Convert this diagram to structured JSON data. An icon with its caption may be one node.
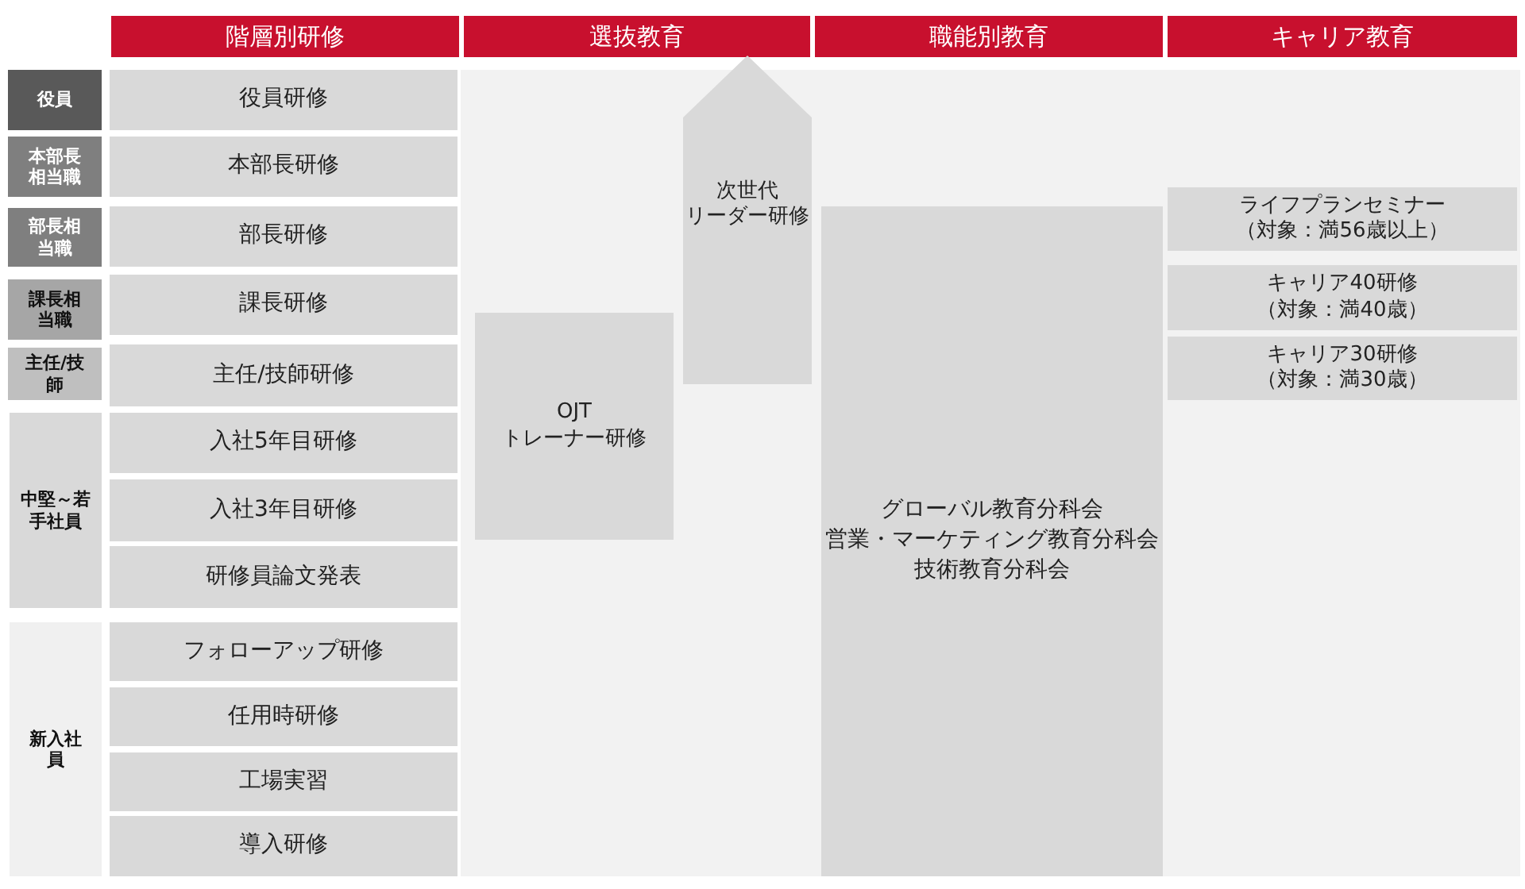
{
  "diagram": {
    "nodes": [
      {
        "text": [
          "階層別研修"
        ]
      },
      {
        "text": [
          "選抜教育"
        ]
      },
      {
        "text": [
          "職能別教育"
        ]
      },
      {
        "text": [
          "キャリア教育"
        ]
      },
      {
        "text": [
          "役員"
        ]
      },
      {
        "text": [
          "本部長相当職"
        ]
      },
      {
        "text": [
          "部長相当職"
        ]
      },
      {
        "text": [
          "課長相当職"
        ]
      },
      {
        "text": [
          "主任/技師"
        ]
      },
      {
        "text": [
          "中堅～若手社員"
        ]
      },
      {
        "text": [
          "新入社員"
        ]
      },
      {
        "text": [
          "役員研修"
        ]
      },
      {
        "text": [
          "本部長研修"
        ]
      },
      {
        "text": [
          "部長研修"
        ]
      },
      {
        "text": [
          "課長研修"
        ]
      },
      {
        "text": [
          "主任/技師研修"
        ]
      },
      {
        "text": [
          "入社5年目研修"
        ]
      },
      {
        "text": [
          "入社3年目研修"
        ]
      },
      {
        "text": [
          "研修員論文発表"
        ]
      },
      {
        "text": [
          "フォローアップ研修"
        ]
      },
      {
        "text": [
          "任用時研修"
        ]
      },
      {
        "text": [
          "工場実習"
        ]
      },
      {
        "text": [
          "導入研修"
        ]
      },
      {
        "text": [
          "OJT トレーナー研修"
        ]
      },
      {
        "text": [
          "次世代",
          "リーダー研修"
        ]
      },
      {
        "text": [
          "グローバル教育分科会",
          "営業・マーケティング教育分科会",
          "技術教育分科会"
        ]
      },
      {
        "text": [
          "ライフプランセミナー",
          "（対象：満56歳以上）"
        ]
      },
      {
        "text": [
          "キャリア40研修",
          "（対象：満40歳）"
        ]
      },
      {
        "text": [
          "キャリア30研修",
          "（対象：満30歳）"
        ]
      }
    ]
  }
}
